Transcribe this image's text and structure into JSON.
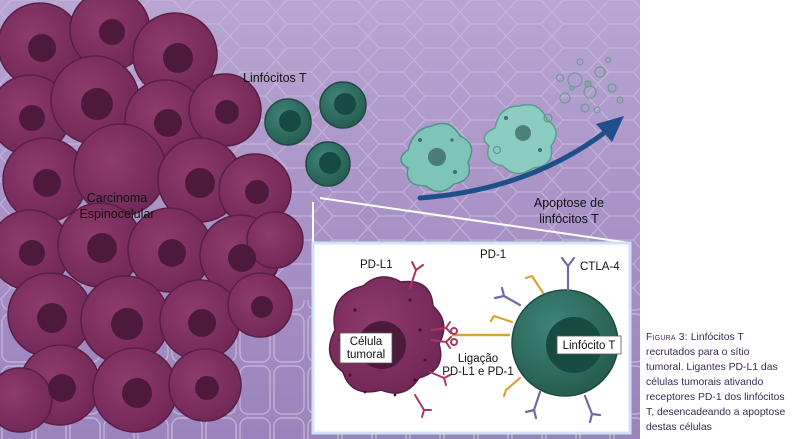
{
  "labels": {
    "lymphocytes": "Linfócitos T",
    "carcinoma_line1": "Carcinoma",
    "carcinoma_line2": "Espinocelular",
    "apoptosis_line1": "Apoptose de",
    "apoptosis_line2": "linfócitos T",
    "pdl1": "PD-L1",
    "pd1": "PD-1",
    "ctla4": "CTLA-4",
    "tumor_cell_line1": "Célula",
    "tumor_cell_line2": "tumoral",
    "t_cell": "Linfócito T",
    "binding_line1": "Ligação",
    "binding_line2": "PD-L1 e PD-1"
  },
  "caption": {
    "figure_label": "Figura 3:",
    "lines": [
      "Linfócitos T",
      "recrutados para o sítio",
      "tumoral. Ligantes PD-L1 das",
      "células tumorais ativando",
      "receptores PD-1 dos linfócitos",
      "T, desencadeando a apoptose",
      "destas células"
    ]
  },
  "colors": {
    "tissue": "#a08cc0",
    "tumor": "#7b2d5e",
    "tumor_nucleus": "#4e1a3c",
    "t_cell": "#2f6d60",
    "t_cell_nucleus": "#174a40",
    "apoptotic": "#7fc4b8",
    "arrow": "#1f4f8a",
    "pdl1": "#a8385f",
    "pd1": "#d9a236",
    "ctla4": "#6e6aa6",
    "caption_text": "#3a2a55"
  }
}
